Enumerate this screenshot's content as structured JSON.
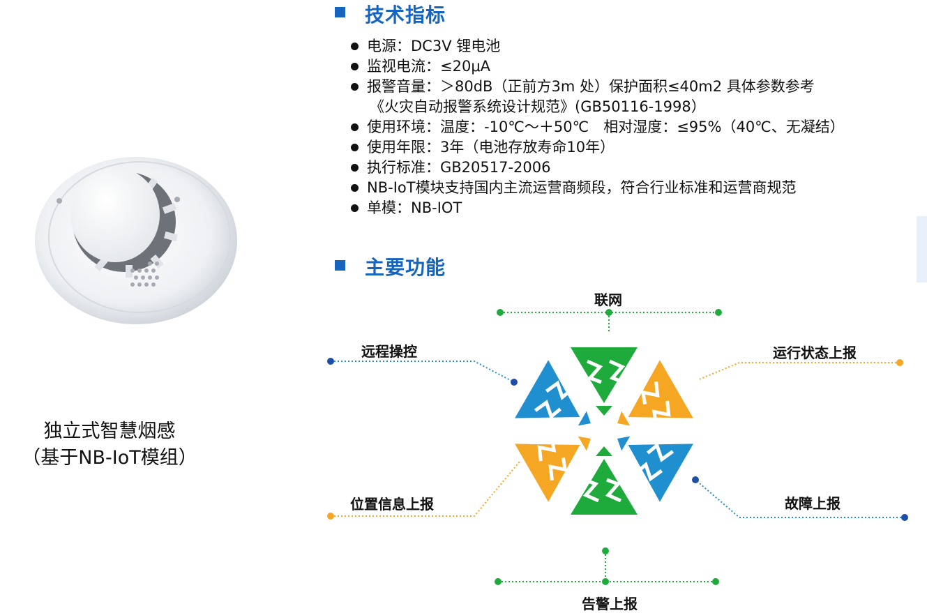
{
  "product": {
    "caption_line1": "独立式智慧烟感",
    "caption_line2": "（基于NB-IoT模组）"
  },
  "specs_section": {
    "title": "技术指标",
    "items": [
      "电源：DC3V 锂电池",
      "监视电流：≤20μA",
      "报警音量：＞80dB（正前方3m 处）保护面积≤40m2 具体参数参考",
      "使用环境：温度：-10℃～＋50℃　相对湿度：≤95%（40℃、无凝结）",
      "使用年限：3年（电池存放寿命10年）",
      "执行标准：GB20517-2006",
      "NB-IoT模块支持国内主流运营商频段，符合行业标准和运营商规范",
      "单模：NB-IOT"
    ],
    "item3_continuation": "《火灾自动报警系统设计规范》(GB50116-1998）"
  },
  "functions_section": {
    "title": "主要功能",
    "features": {
      "network": "联网",
      "remote_control": "远程操控",
      "status_report": "运行状态上报",
      "location_report": "位置信息上报",
      "fault_report": "故障上报",
      "alarm_report": "告警上报"
    }
  },
  "colors": {
    "title_blue": "#1565c0",
    "green": "#1faa3c",
    "blue": "#1f8fd0",
    "orange": "#f5a623",
    "dot_blue": "#1e4fa8"
  }
}
